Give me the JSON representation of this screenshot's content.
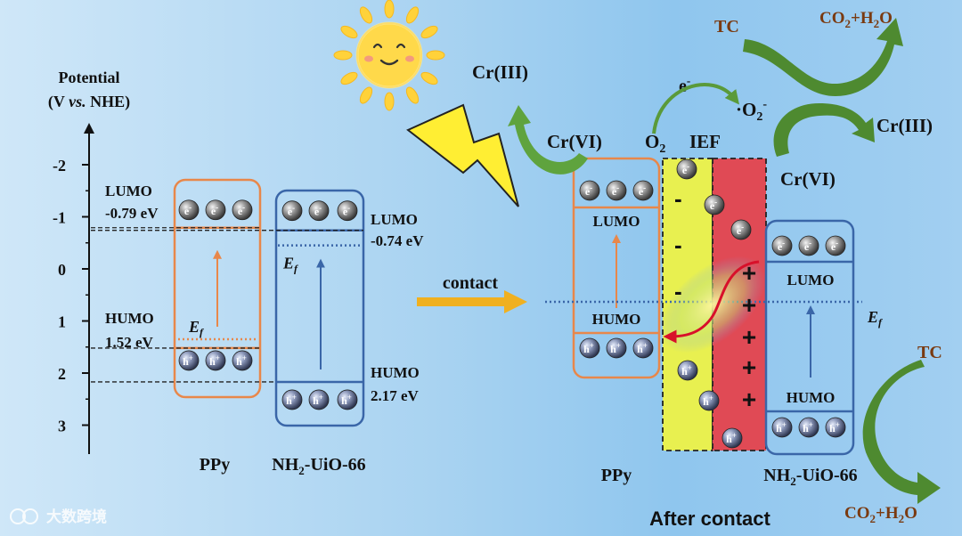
{
  "axis": {
    "title_line1": "Potential",
    "title_v": "(V ",
    "title_vs": "vs.",
    "title_nhe": " NHE)",
    "ticks": [
      {
        "value": -2,
        "label": "-2"
      },
      {
        "value": -1,
        "label": "-1"
      },
      {
        "value": 0,
        "label": "0"
      },
      {
        "value": 1,
        "label": "1"
      },
      {
        "value": 2,
        "label": "2"
      },
      {
        "value": 3,
        "label": "3"
      }
    ]
  },
  "before": {
    "ppy": {
      "lumo_label": "LUMO",
      "lumo_value": "-0.79 eV",
      "lumo_v": -0.79,
      "humo_label": "HUMO",
      "humo_value": "1.52 eV",
      "humo_v": 1.52,
      "ef_v": 1.35,
      "name": "PPy"
    },
    "mof": {
      "lumo_label": "LUMO",
      "lumo_value": "-0.74 eV",
      "lumo_v": -0.74,
      "humo_label": "HUMO",
      "humo_value": "2.17 eV",
      "humo_v": 2.17,
      "ef_v": -0.45,
      "name_nh": "NH",
      "name_sub": "2",
      "name_rest": "-UiO-66"
    },
    "ef_main": "E",
    "ef_sub": "f",
    "electron": "e",
    "electron_sup": "-",
    "hole": "h",
    "hole_sup": "+"
  },
  "contact_label": "contact",
  "after": {
    "title": "After contact",
    "ppy_name": "PPy",
    "mof_name_nh": "NH",
    "mof_name_sub": "2",
    "mof_name_rest": "-UiO-66",
    "lumo": "LUMO",
    "humo": "HUMO",
    "ief": "IEF",
    "o2": "O",
    "o2_sub": "2",
    "o2_radical": "·O",
    "o2_radical_sub": "2",
    "o2_radical_sup": "-",
    "e_minus": "e",
    "e_minus_sup": "-",
    "cr6_left": "Cr(VI)",
    "cr3_left": "Cr(III)",
    "cr6_right": "Cr(VI)",
    "cr3_right": "Cr(III)",
    "tc_top": "TC",
    "co2_top_a": "CO",
    "co2_top_sub": "2",
    "co2_top_b": "+H",
    "co2_top_sub2": "2",
    "co2_top_c": "O",
    "tc_bottom": "TC",
    "co2_bot_a": "CO",
    "co2_bot_sub": "2",
    "co2_bot_b": "+H",
    "co2_bot_sub2": "2",
    "co2_bot_c": "O",
    "minus_sign": "-",
    "plus_sign": "+"
  },
  "watermark": "大数跨境",
  "colors": {
    "ppy": "#e8874a",
    "mof": "#3a66a8",
    "yellow_zone": "#e8f050",
    "red_zone": "#e04a55",
    "arrow_green": "#4e9a3a",
    "arrow_orange": "#f0b020",
    "title_brown": "#7a3a10"
  }
}
